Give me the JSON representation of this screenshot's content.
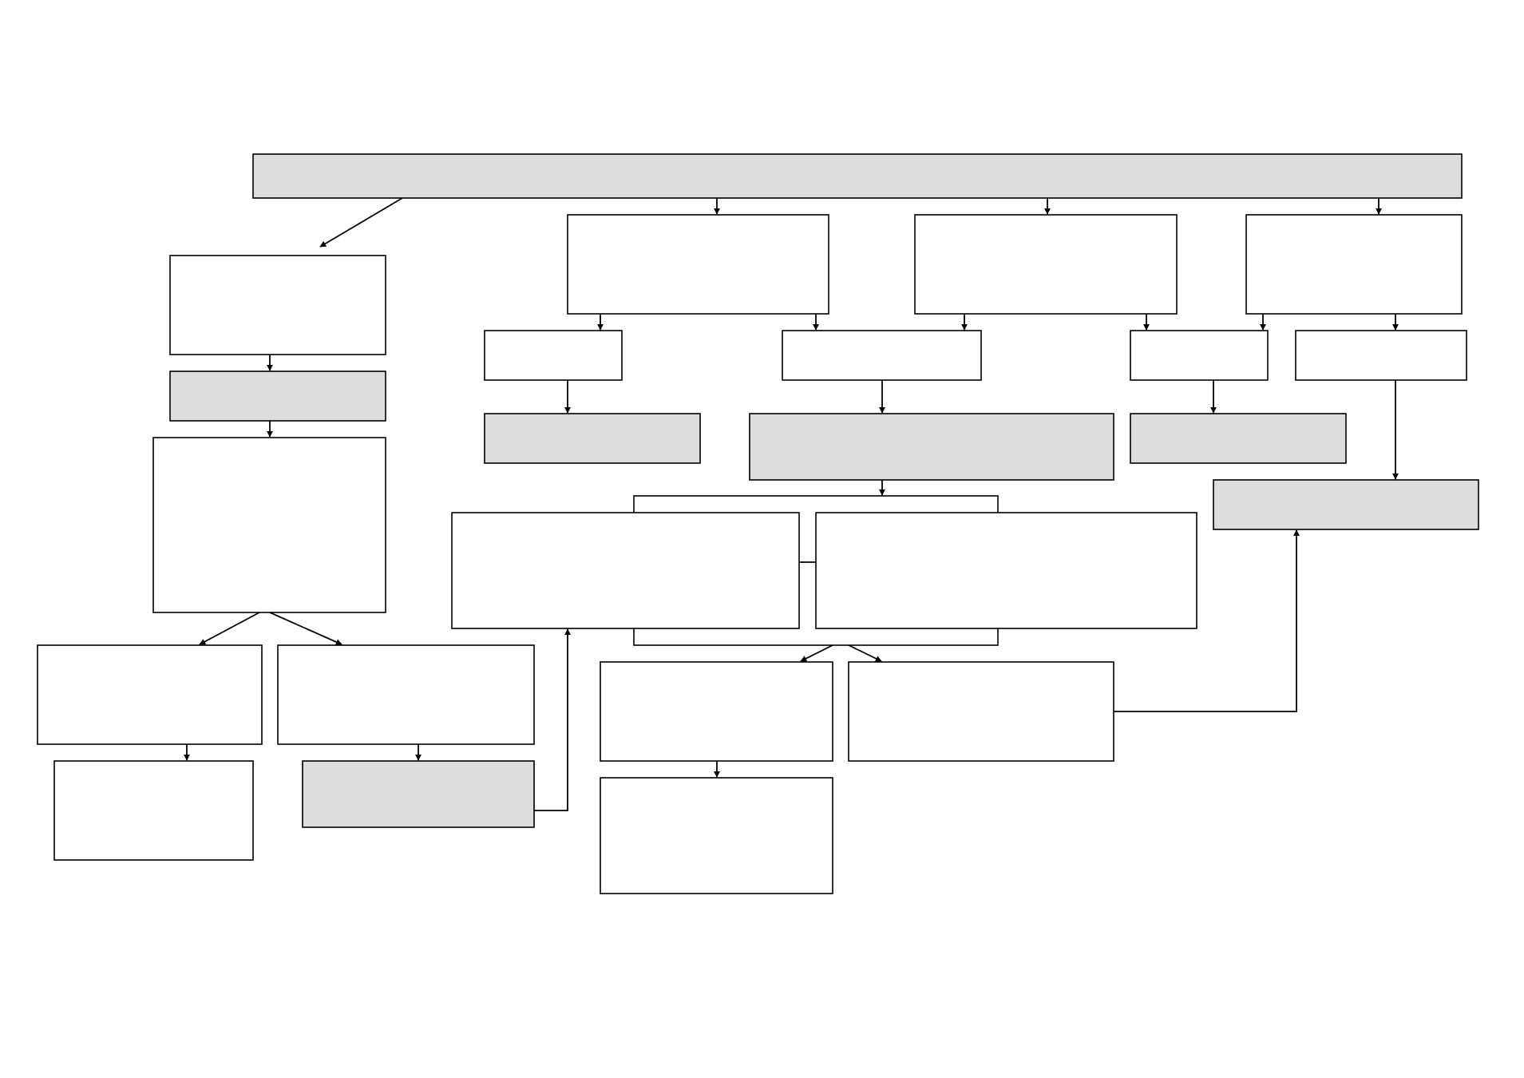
{
  "colors": {
    "stroke": "#000000",
    "box_fill": "#ffffff",
    "highlight_fill": "#dddddd",
    "background": "#ffffff"
  },
  "diagram": {
    "type": "flowchart",
    "node_count": 28,
    "nodes": [
      {
        "id": "top-banner",
        "label": "",
        "highlighted": true
      },
      {
        "id": "left-box-1",
        "label": "",
        "highlighted": false
      },
      {
        "id": "left-box-2",
        "label": "",
        "highlighted": true
      },
      {
        "id": "left-box-3",
        "label": "",
        "highlighted": false
      },
      {
        "id": "left-leaf-1",
        "label": "",
        "highlighted": false
      },
      {
        "id": "left-leaf-2",
        "label": "",
        "highlighted": false
      },
      {
        "id": "left-leaf-3",
        "label": "",
        "highlighted": false
      },
      {
        "id": "left-leaf-4",
        "label": "",
        "highlighted": true
      },
      {
        "id": "mid-box-a",
        "label": "",
        "highlighted": false
      },
      {
        "id": "mid-box-b",
        "label": "",
        "highlighted": false
      },
      {
        "id": "mid-box-c",
        "label": "",
        "highlighted": false
      },
      {
        "id": "row2-box-1",
        "label": "",
        "highlighted": false
      },
      {
        "id": "row2-box-2",
        "label": "",
        "highlighted": false
      },
      {
        "id": "row2-box-3",
        "label": "",
        "highlighted": false
      },
      {
        "id": "row2-box-4",
        "label": "",
        "highlighted": false
      },
      {
        "id": "row3-box-1",
        "label": "",
        "highlighted": true
      },
      {
        "id": "row3-box-2",
        "label": "",
        "highlighted": true
      },
      {
        "id": "row3-box-3",
        "label": "",
        "highlighted": true
      },
      {
        "id": "right-result",
        "label": "",
        "highlighted": true
      },
      {
        "id": "group-frame",
        "label": "",
        "highlighted": false
      },
      {
        "id": "group-box-left",
        "label": "",
        "highlighted": false
      },
      {
        "id": "group-box-right",
        "label": "",
        "highlighted": false
      },
      {
        "id": "bottom-box-1",
        "label": "",
        "highlighted": false
      },
      {
        "id": "bottom-box-2",
        "label": "",
        "highlighted": false
      },
      {
        "id": "bottom-box-3",
        "label": "",
        "highlighted": false
      }
    ]
  }
}
